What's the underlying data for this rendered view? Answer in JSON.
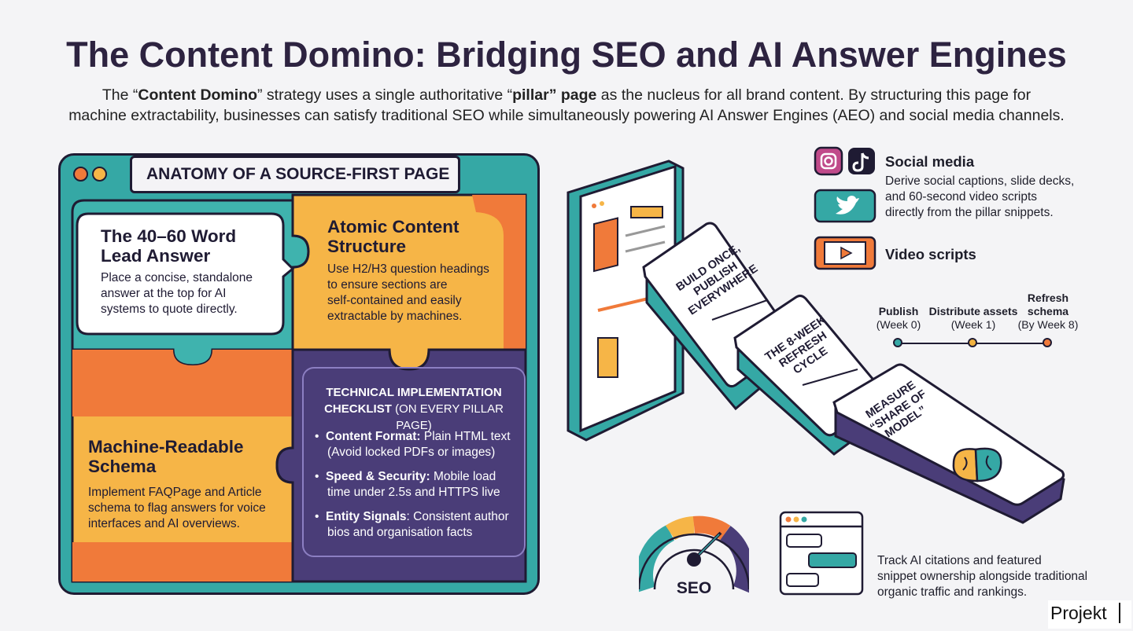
{
  "header": {
    "title": "The Content Domino: Bridging SEO and AI Answer Engines",
    "intro_1": "The “",
    "intro_b1": "Content Domino",
    "intro_2": "” strategy uses a single authoritative “",
    "intro_b2": "pillar",
    "intro_3": "” page",
    "intro_4": " as the nucleus for all brand content. By structuring this page for",
    "intro_line2": "machine extractability, businesses can satisfy traditional SEO while simultaneously powering AI Answer Engines (AEO) and social media channels."
  },
  "anatomy": {
    "tab_title": "ANATOMY OF A SOURCE-FIRST PAGE",
    "lead_title_1": "The 40–60 Word",
    "lead_title_2": "Lead Answer",
    "lead_body_1": "Place a concise, standalone",
    "lead_body_2": "answer at the top for AI",
    "lead_body_3": "systems to quote directly.",
    "atomic_title_1": "Atomic Content",
    "atomic_title_2": "Structure",
    "atomic_body_1": "Use H2/H3 question headings",
    "atomic_body_2": "to ensure sections are",
    "atomic_body_3": "self-contained and easily",
    "atomic_body_4": "extractable by machines.",
    "schema_title_1": "Machine-Readable",
    "schema_title_2": "Schema",
    "schema_body_1": "Implement FAQPage and Article",
    "schema_body_2": "schema to flag answers for voice",
    "schema_body_3": "interfaces and AI overviews.",
    "check_title_1": "TECHNICAL IMPLEMENTATION",
    "check_title_2": "CHECKLIST",
    "check_title_3": " (ON EVERY PILLAR PAGE)",
    "items": [
      {
        "label": "Content Format:",
        "text": " Plain HTML text",
        "line2": "(Avoid locked PDFs or images)"
      },
      {
        "label": "Speed & Security:",
        "text": " Mobile load",
        "line2": "time under 2.5s and HTTPS live"
      },
      {
        "label": "Entity Signals",
        "text": ": Consistent author",
        "line2": "bios and organisation facts"
      }
    ]
  },
  "dominoes": {
    "d1_l1": "BUILD ONCE,",
    "d1_l2": "PUBLISH",
    "d1_l3": "EVERYWHERE",
    "d2_l1": "THE 8-WEEK",
    "d2_l2": "REFRESH",
    "d2_l3": "CYCLE",
    "d3_l1": "MEASURE",
    "d3_l2": "“SHARE OF",
    "d3_l3": "MODEL”"
  },
  "social": {
    "title": "Social media",
    "body_1": "Derive social captions, slide decks,",
    "body_2": "and 60-second video scripts",
    "body_3": "directly from the pillar snippets.",
    "video_title": "Video scripts"
  },
  "timeline": [
    {
      "l1": "Publish",
      "l2": "(Week 0)",
      "color": "#35a8a5"
    },
    {
      "l1": "Distribute assets",
      "l2": "(Week 1)",
      "color": "#f2b23f"
    },
    {
      "l1": "Refresh",
      "l2": "schema",
      "l3": "(By Week 8)",
      "color": "#f07a3a"
    }
  ],
  "gauge": {
    "label": "SEO"
  },
  "tracking": {
    "l1": "Track AI citations and featured",
    "l2": "snippet ownership alongside traditional",
    "l3": "organic traffic and rankings."
  },
  "brand": {
    "logo": "Projekt"
  },
  "colors": {
    "teal": "#35a8a5",
    "orange": "#f07a3a",
    "yellow": "#f6b547",
    "purple": "#4a3d78",
    "navy": "#1f1b33"
  }
}
